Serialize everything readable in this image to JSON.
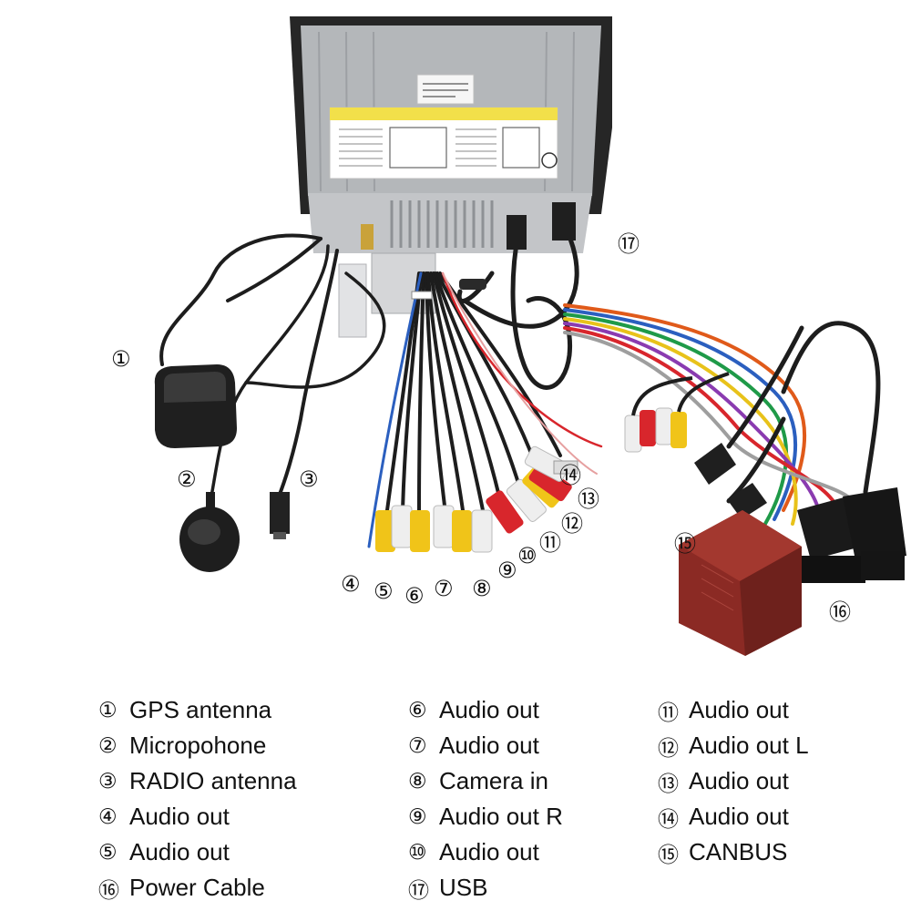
{
  "callouts": [
    {
      "id": "c1",
      "num": "①"
    },
    {
      "id": "c2",
      "num": "②"
    },
    {
      "id": "c3",
      "num": "③"
    },
    {
      "id": "c4",
      "num": "④"
    },
    {
      "id": "c5",
      "num": "⑤"
    },
    {
      "id": "c6",
      "num": "⑥"
    },
    {
      "id": "c7",
      "num": "⑦"
    },
    {
      "id": "c8",
      "num": "⑧"
    },
    {
      "id": "c9",
      "num": "⑨"
    },
    {
      "id": "c10",
      "num": "⑩"
    },
    {
      "id": "c11",
      "num": "⑪"
    },
    {
      "id": "c12",
      "num": "⑫"
    },
    {
      "id": "c13",
      "num": "⑬"
    },
    {
      "id": "c14",
      "num": "⑭"
    },
    {
      "id": "c15",
      "num": "⑮"
    },
    {
      "id": "c16",
      "num": "⑯"
    },
    {
      "id": "c17",
      "num": "⑰"
    }
  ],
  "legend": {
    "columns": [
      [
        {
          "num": "①",
          "label": "GPS antenna"
        },
        {
          "num": "②",
          "label": "Micropohone"
        },
        {
          "num": "③",
          "label": "RADIO antenna"
        },
        {
          "num": "④",
          "label": "Audio out"
        },
        {
          "num": "⑤",
          "label": "Audio out"
        },
        {
          "num": "⑯",
          "label": "Power Cable"
        }
      ],
      [
        {
          "num": "⑥",
          "label": "Audio out"
        },
        {
          "num": "⑦",
          "label": "Audio out"
        },
        {
          "num": "⑧",
          "label": "Camera in"
        },
        {
          "num": "⑨",
          "label": "Audio out R"
        },
        {
          "num": "⑩",
          "label": "Audio out"
        },
        {
          "num": "⑰",
          "label": "USB"
        }
      ],
      [
        {
          "num": "⑪",
          "label": "Audio out"
        },
        {
          "num": "⑫",
          "label": "Audio out L"
        },
        {
          "num": "⑬",
          "label": "Audio out"
        },
        {
          "num": "⑭",
          "label": "Audio out"
        },
        {
          "num": "⑮",
          "label": "CANBUS"
        }
      ]
    ]
  },
  "colors": {
    "unit_body": "#a9acaf",
    "unit_dark": "#2a2a2a",
    "label_yellow": "#f2e04a",
    "rca_red": "#d8262c",
    "rca_yellow": "#f0c419",
    "rca_white": "#eeeeee",
    "canbus_box": "#8b2a24",
    "cable_black": "#1d1d1d"
  }
}
